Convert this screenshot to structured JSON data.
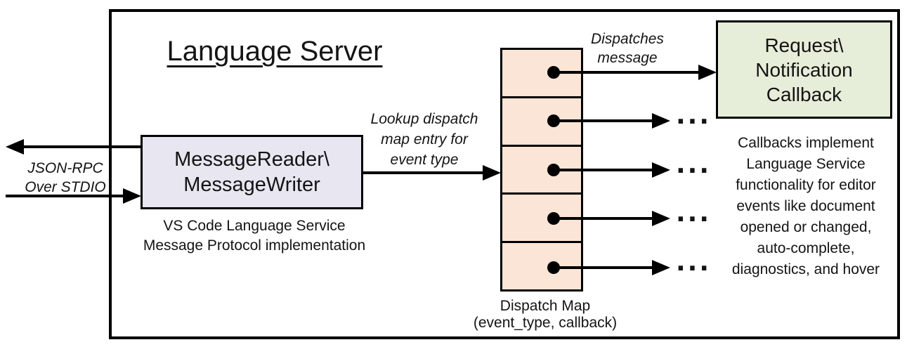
{
  "diagram": {
    "title": "Language Server",
    "io_label": {
      "lines": [
        "JSON-RPC",
        "Over STDIO"
      ]
    },
    "reader_box": {
      "lines": [
        "MessageReader\\",
        "MessageWriter"
      ]
    },
    "reader_caption": {
      "lines": [
        "VS Code Language Service",
        "Message Protocol implementation"
      ]
    },
    "lookup_label": {
      "lines": [
        "Lookup dispatch",
        "map entry for",
        "event type"
      ]
    },
    "dispatches_label": {
      "lines": [
        "Dispatches",
        "message"
      ]
    },
    "callback_box": {
      "lines": [
        "Request\\",
        "Notification",
        "Callback"
      ]
    },
    "dispatch_map_caption": {
      "lines": [
        "Dispatch Map",
        "(event_type, callback)"
      ]
    },
    "callbacks_note": {
      "lines": [
        "Callbacks implement",
        "Language Service",
        "functionality for editor",
        "events like document",
        "opened or changed,",
        "auto-complete,",
        "diagnostics, and hover"
      ]
    },
    "ellipsis": "...",
    "colors": {
      "reader_box_fill": "#e7e6f1",
      "callback_box_fill": "#e6eeda",
      "dispatch_map_fill": "#fbe5d6",
      "line_color": "#000000"
    }
  }
}
